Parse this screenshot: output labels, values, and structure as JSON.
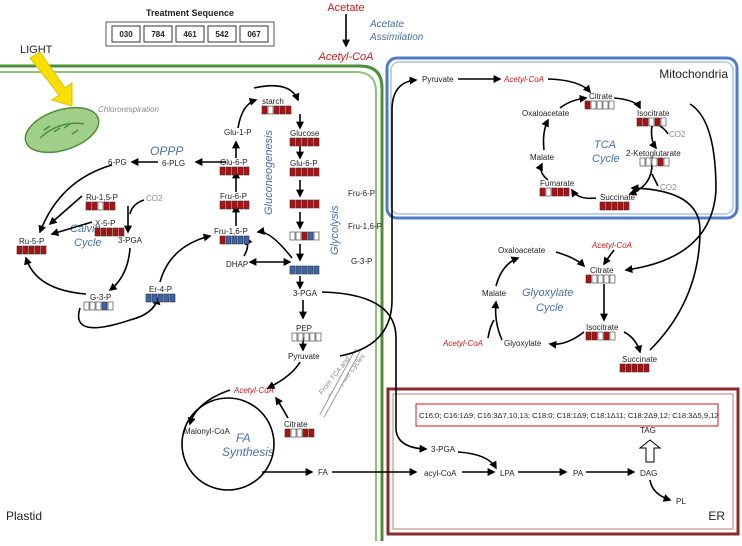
{
  "treatment": {
    "title": "Treatment Sequence",
    "codes": [
      "030",
      "784",
      "461",
      "542",
      "067"
    ]
  },
  "header": {
    "acetate": "Acetate",
    "assimilation_line1": "Acetate",
    "assimilation_line2": "Assimilation",
    "acetyl_coa": "Acetyl-CoA"
  },
  "compartments": {
    "light": "LIGHT",
    "chlororespiration": "Chlororespiration",
    "plastid": "Plastid",
    "mitochondria": "Mitochondria",
    "er": "ER"
  },
  "pathways": {
    "oppp": "OPPP",
    "calvin_1": "Calvin",
    "calvin_2": "Cycle",
    "gluconeogenesis": "Gluconeogenesis",
    "glycolysis": "Glycolysis",
    "tca_1": "TCA",
    "tca_2": "Cycle",
    "glyoxylate_1": "Glyoxylate",
    "glyoxylate_2": "Cycle",
    "fa_1": "FA",
    "fa_2": "Synthesis",
    "from_tca_1": "From TCA and",
    "from_tca_2": "Glyoxylate Cycles"
  },
  "metabolites": {
    "starch": "starch",
    "glu1p": "Glu-1-P",
    "glucose": "Glucose",
    "glu6p_l": "Glu-6-P",
    "glu6p_r": "Glu-6-P",
    "fru6p_l": "Fru-6-P",
    "fru16p_l": "Fru-1,6-P",
    "dhap": "DHAP",
    "pg6": "6-PG",
    "plg6": "6-PLG",
    "ru15p": "Ru-1,5-P",
    "x5p": "X-5-P",
    "co2": "CO2",
    "ru5p": "Ru-5-P",
    "pga3_calvin": "3-PGA",
    "g3p_calvin": "G-3-P",
    "er4p": "Er-4-P",
    "pga3_gly": "3-PGA",
    "pep": "PEP",
    "pyruvate_plastid": "Pyruvate",
    "acetyl_coa_plastid": "Acetyl-CoA",
    "malonyl": "Malonyl-CoA",
    "citrate_plastid": "Citrate",
    "fa": "FA",
    "fru6p_r": "Fru-6-P",
    "fru16p_r": "Fru-1,6-P",
    "g3p_r": "G-3-P",
    "pyruvate_mito": "Pyruvate",
    "acetyl_coa_mito": "Acetyl-CoA",
    "citrate_mito": "Citrate",
    "oxaloacetate_mito": "Oxaloacetate",
    "isocitrate_mito": "Isocitrate",
    "malate_mito": "Malate",
    "ketoglutarate": "2-Ketoglutarate",
    "fumarate": "Fumarate",
    "succinate_mito": "Succinate",
    "oxaloacetate_gly": "Oxaloacetate",
    "acetyl_coa_gly_top": "Acetyl-CoA",
    "citrate_gly": "Citrate",
    "malate_gly": "Malate",
    "isocitrate_gly": "Isocitrate",
    "acetyl_coa_gly_left": "Acetyl-CoA",
    "glyoxylate": "Glyoxylate",
    "succinate_gly": "Succinate",
    "pga3_er": "3-PGA",
    "acyl_coa": "acyl-CoA",
    "lpa": "LPA",
    "pa": "PA",
    "dag": "DAG",
    "tag": "TAG",
    "pl": "PL",
    "fatty_acids": "C16:0; C16:1Δ9; C16:3Δ7,10,13; C18:0; C18:1Δ9; C18:1Δ11; C18:2Δ9,12; C18:3Δ5,9,12"
  },
  "colors": {
    "up": "#b30f0f",
    "down": "#3c64a8",
    "unchanged": "#ffffff",
    "plastid_border": "#4f8f3a",
    "mito_border": "#4f7cc8",
    "er_border": "#8c2a2a"
  },
  "heatmaps": {
    "starch": [
      "u",
      "n",
      "u",
      "u",
      "u"
    ],
    "glucose": [
      "u",
      "u",
      "u",
      "u",
      "u"
    ],
    "glu6p_r": [
      "u",
      "u",
      "u",
      "u",
      "u"
    ],
    "fru6p_gly": [
      "u",
      "u",
      "u",
      "u",
      "u"
    ],
    "fru16p_gly": [
      "n",
      "n",
      "u",
      "d",
      "n"
    ],
    "dhap_gly": [
      "d",
      "d",
      "d",
      "d",
      "d"
    ],
    "pep": [
      "n",
      "n",
      "n",
      "n",
      "n"
    ],
    "glu6p_l": [
      "u",
      "u",
      "u",
      "u",
      "u"
    ],
    "fru6p_l": [
      "u",
      "u",
      "u",
      "u",
      "u"
    ],
    "fru16p_l": [
      "u",
      "d",
      "d",
      "d",
      "d"
    ],
    "ru15p": [
      "u",
      "u",
      "n",
      "u",
      "u"
    ],
    "x5p": [
      "u",
      "u",
      "u",
      "u",
      "u"
    ],
    "ru5p": [
      "u",
      "u",
      "u",
      "u",
      "u"
    ],
    "g3p_calvin": [
      "n",
      "n",
      "n",
      "d",
      "n"
    ],
    "er4p": [
      "d",
      "d",
      "d",
      "d",
      "d"
    ],
    "citrate_plastid": [
      "u",
      "n",
      "n",
      "u",
      "u"
    ],
    "citrate_mito": [
      "u",
      "n",
      "n",
      "n",
      "n"
    ],
    "isocitrate_mito": [
      "u",
      "u",
      "n",
      "u",
      "n"
    ],
    "ketoglutarate": [
      "n",
      "n",
      "n",
      "u",
      "n"
    ],
    "fumarate": [
      "u",
      "n",
      "u",
      "u",
      "u"
    ],
    "succinate_mito": [
      "u",
      "u",
      "u",
      "u",
      "u"
    ],
    "citrate_gly": [
      "u",
      "n",
      "n",
      "n",
      "n"
    ],
    "isocitrate_gly": [
      "u",
      "u",
      "n",
      "u",
      "n"
    ],
    "succinate_gly": [
      "u",
      "u",
      "u",
      "u",
      "u"
    ]
  }
}
